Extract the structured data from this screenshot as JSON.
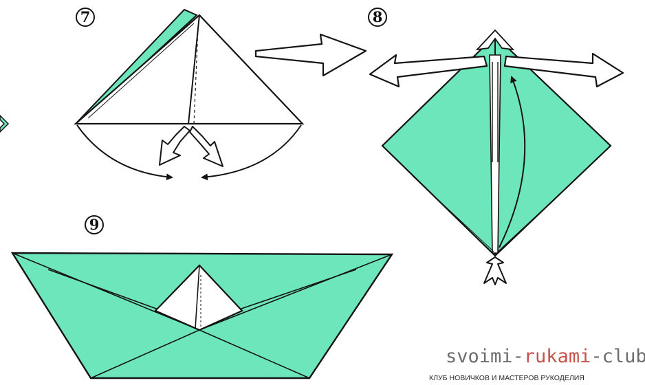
{
  "steps": [
    {
      "number": "7"
    },
    {
      "number": "8"
    },
    {
      "number": "9"
    }
  ],
  "colors": {
    "paper_green": "#6ee6bb",
    "outline": "#141414",
    "background": "#ffffff"
  },
  "watermark": {
    "part1": "svoimi-",
    "part2": "rukami",
    "part3": "-club.ru",
    "subtitle": "КЛУБ НОВИЧКОВ И МАСТЕРОВ РУКОДЕЛИЯ",
    "accent_color": "#c8524a"
  }
}
